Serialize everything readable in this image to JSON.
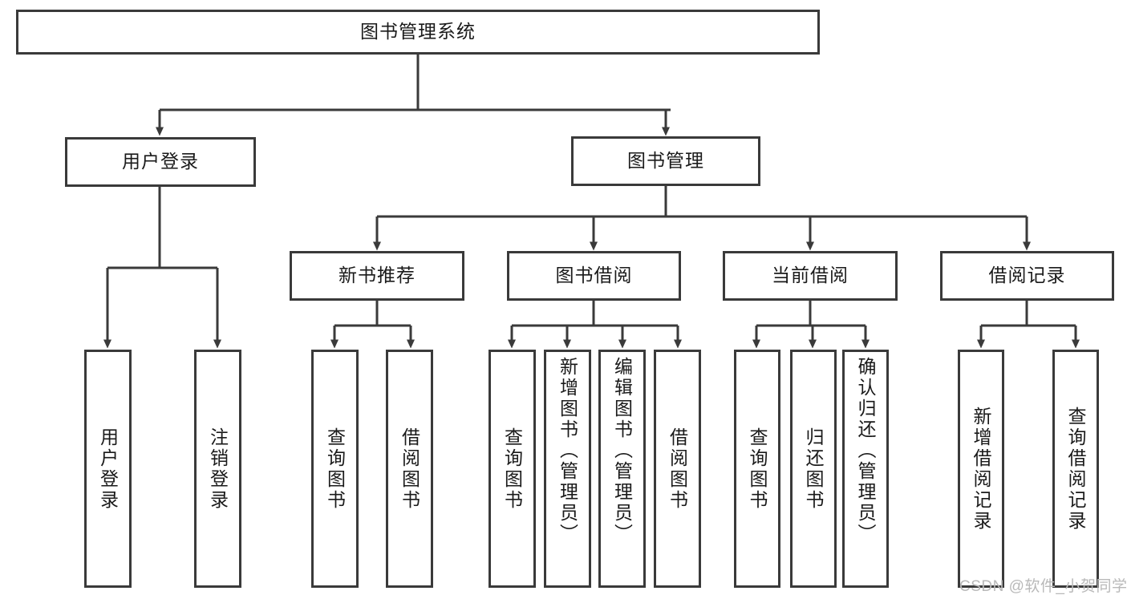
{
  "diagram": {
    "title": "图书管理系统",
    "type": "hierarchy-tree",
    "root": {
      "id": "root",
      "label": "图书管理系统"
    },
    "level2": [
      {
        "id": "user-login",
        "label": "用户登录"
      },
      {
        "id": "book-manage",
        "label": "图书管理"
      }
    ],
    "level3": [
      {
        "id": "new-book-rec",
        "label": "新书推荐",
        "parent": "book-manage"
      },
      {
        "id": "book-borrow",
        "label": "图书借阅",
        "parent": "book-manage"
      },
      {
        "id": "current-borrow",
        "label": "当前借阅",
        "parent": "book-manage"
      },
      {
        "id": "borrow-record",
        "label": "借阅记录",
        "parent": "book-manage"
      }
    ],
    "leaves": [
      {
        "id": "leaf-user-login",
        "label": "用户登录",
        "parent": "user-login"
      },
      {
        "id": "leaf-logout",
        "label": "注销登录",
        "parent": "user-login"
      },
      {
        "id": "leaf-query-book-1",
        "label": "查询图书",
        "parent": "new-book-rec"
      },
      {
        "id": "leaf-borrow-book-1",
        "label": "借阅图书",
        "parent": "new-book-rec"
      },
      {
        "id": "leaf-query-book-2",
        "label": "查询图书",
        "parent": "book-borrow"
      },
      {
        "id": "leaf-add-book",
        "label": "新增图书（管理员）",
        "parent": "book-borrow"
      },
      {
        "id": "leaf-edit-book",
        "label": "编辑图书（管理员）",
        "parent": "book-borrow"
      },
      {
        "id": "leaf-borrow-book-2",
        "label": "借阅图书",
        "parent": "book-borrow"
      },
      {
        "id": "leaf-query-book-3",
        "label": "查询图书",
        "parent": "current-borrow"
      },
      {
        "id": "leaf-return-book",
        "label": "归还图书",
        "parent": "current-borrow"
      },
      {
        "id": "leaf-confirm-return",
        "label": "确认归还（管理员）",
        "parent": "current-borrow"
      },
      {
        "id": "leaf-add-record",
        "label": "新增借阅记录",
        "parent": "borrow-record"
      },
      {
        "id": "leaf-query-record",
        "label": "查询借阅记录",
        "parent": "borrow-record"
      }
    ]
  },
  "watermark": {
    "text": "CSDN @软件_小贺同学"
  },
  "colors": {
    "stroke": "#3a3a3a",
    "background": "#ffffff",
    "text": "#1a1a1a",
    "watermark": "#b9b9b9"
  }
}
